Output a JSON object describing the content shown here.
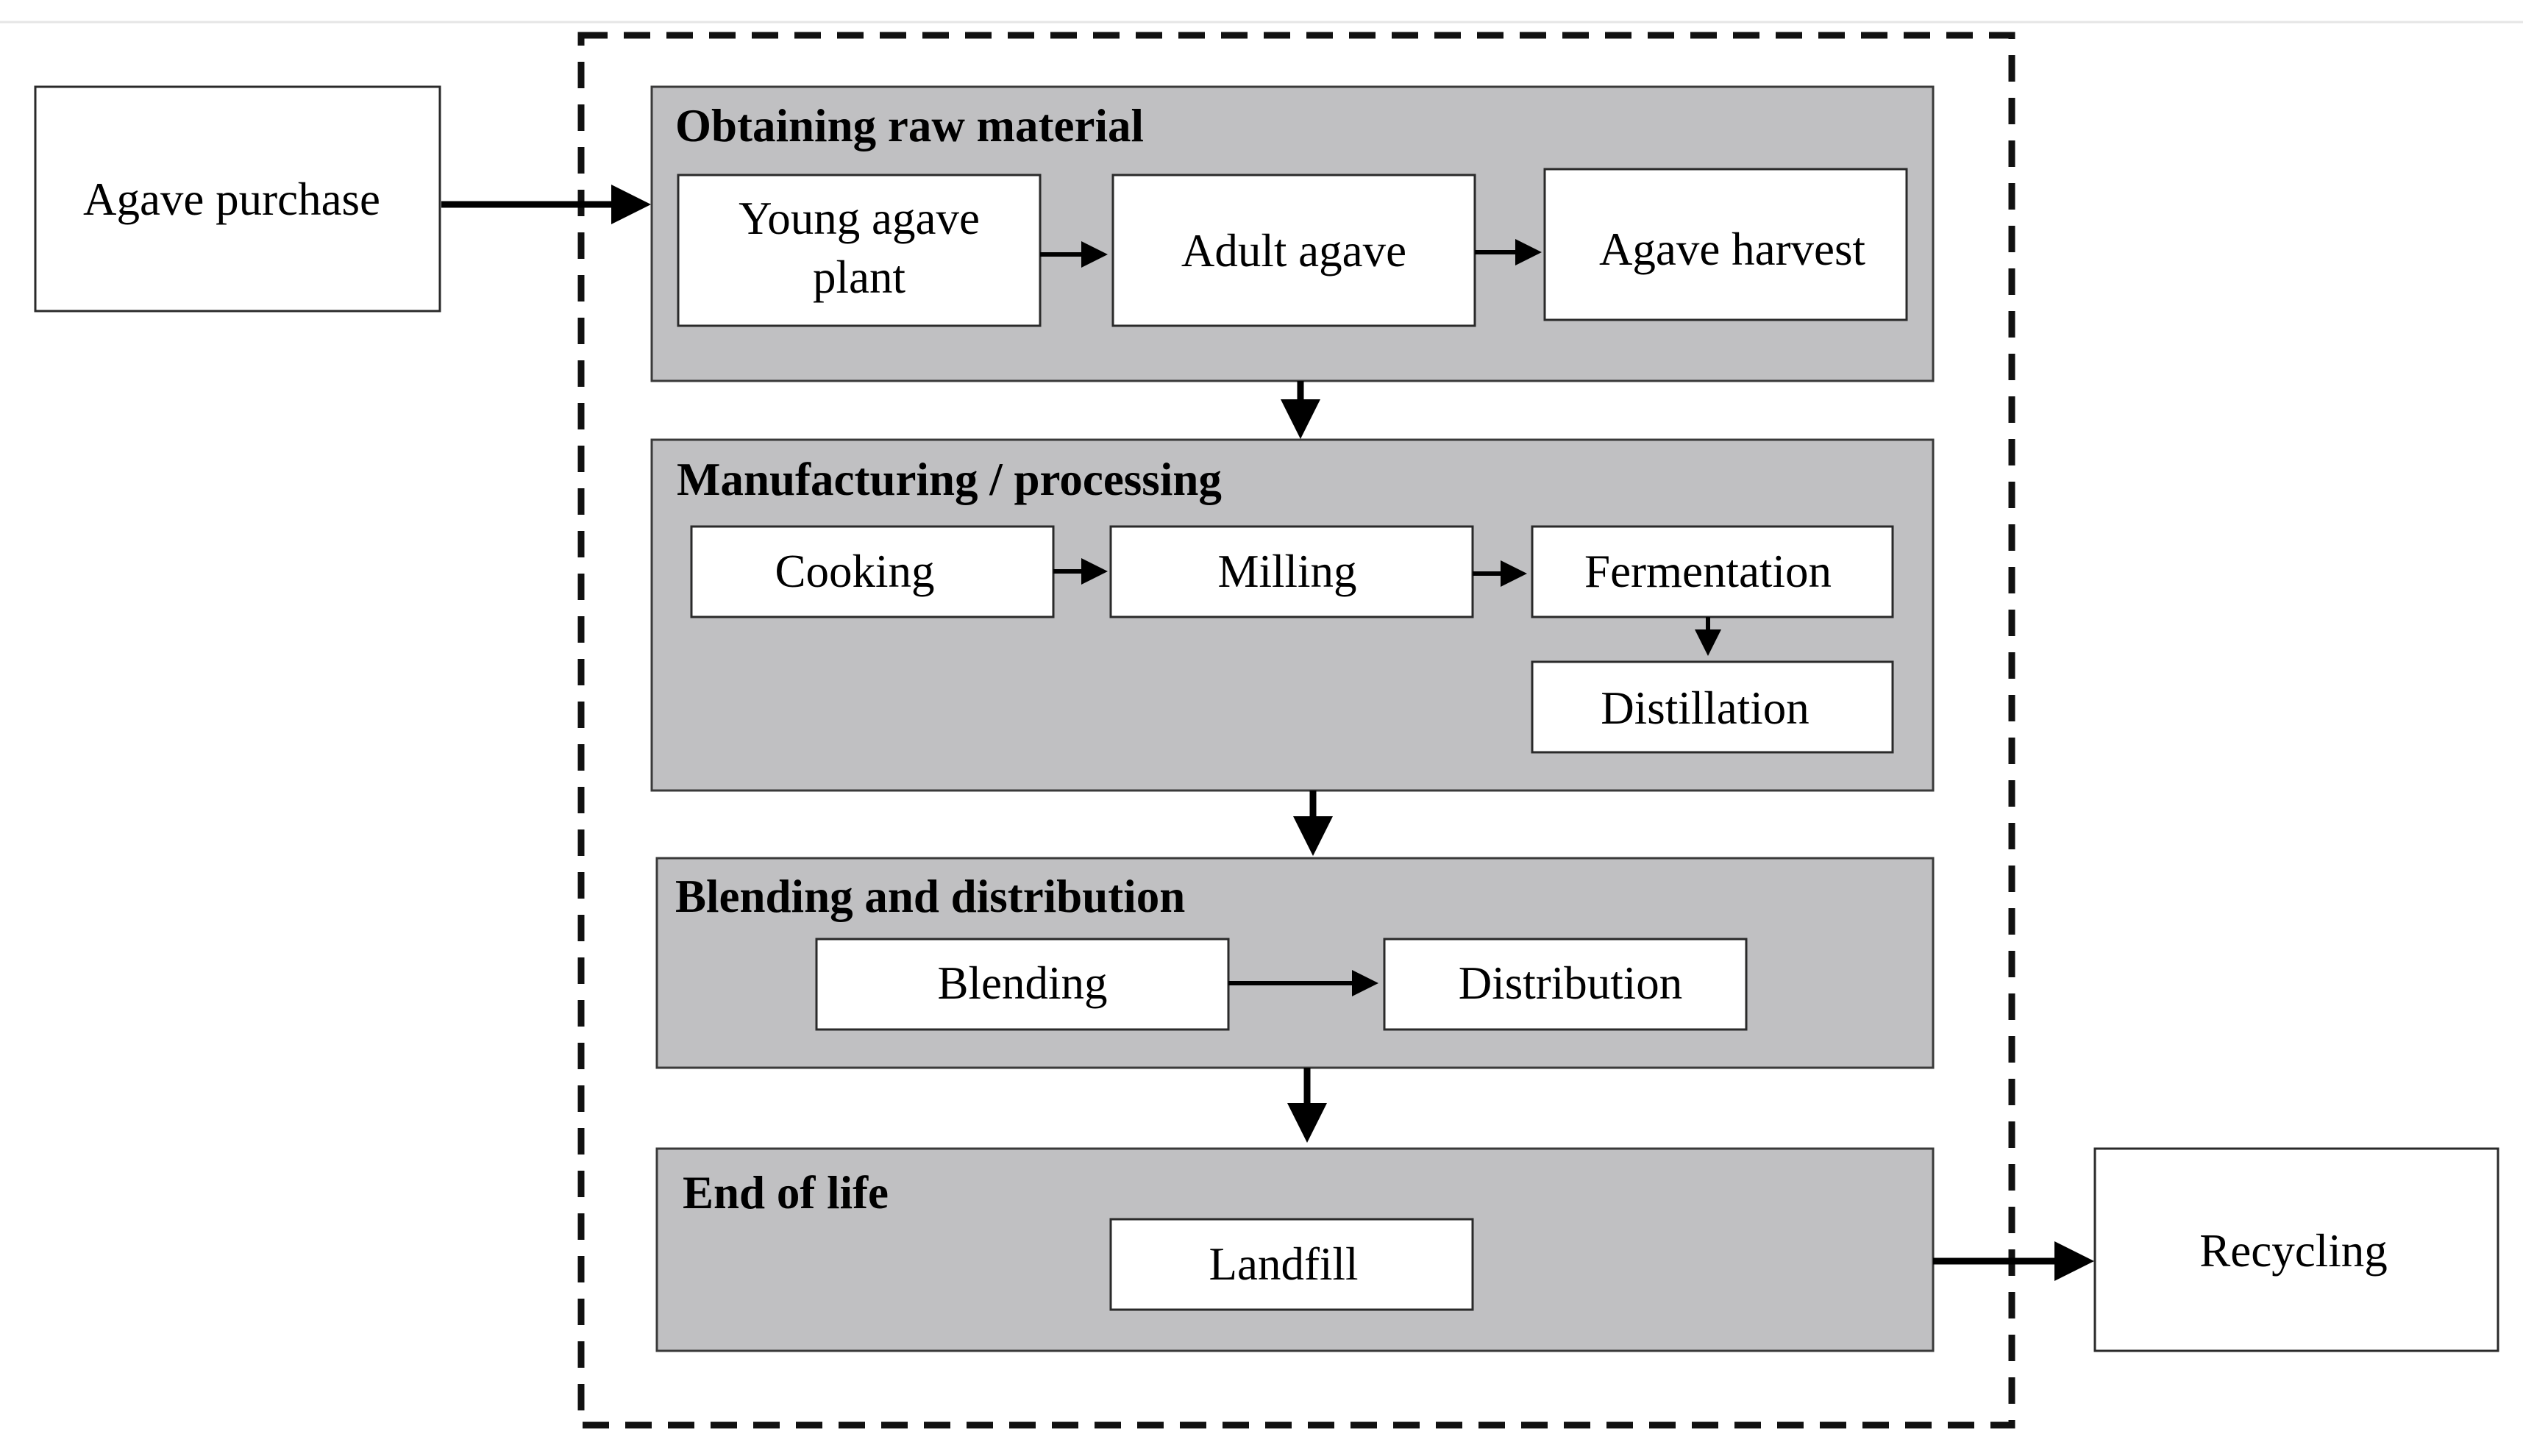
{
  "colors": {
    "stage_fill": "#c0c0c2",
    "box_fill": "#ffffff",
    "line": "#000000"
  },
  "boundary": {
    "style": "dashed"
  },
  "inputs": {
    "agave_purchase": "Agave purchase"
  },
  "outputs": {
    "recycling": "Recycling"
  },
  "stages": {
    "raw_material": {
      "title": "Obtaining raw material",
      "young_plant_line1": "Young agave",
      "young_plant_line2": "plant",
      "adult_agave": "Adult agave",
      "harvest": "Agave harvest"
    },
    "manufacturing": {
      "title": "Manufacturing / processing",
      "cooking": "Cooking",
      "milling": "Milling",
      "fermentation": "Fermentation",
      "distillation": "Distillation"
    },
    "blending": {
      "title": "Blending and distribution",
      "blending": "Blending",
      "distribution": "Distribution"
    },
    "end_of_life": {
      "title": "End of life",
      "landfill": "Landfill"
    }
  }
}
